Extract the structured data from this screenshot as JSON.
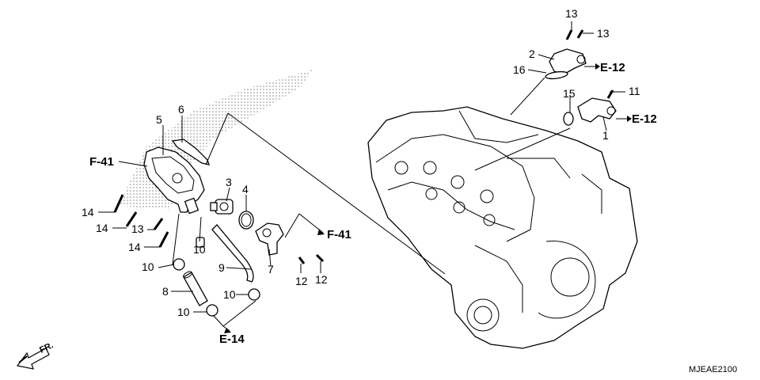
{
  "diagram": {
    "code": "MJEAE2100",
    "front_label": "FR.",
    "callouts": {
      "c1": "1",
      "c2": "2",
      "c3": "3",
      "c4": "4",
      "c5": "5",
      "c6": "6",
      "c7": "7",
      "c8": "8",
      "c9": "9",
      "c10a": "10",
      "c10b": "10",
      "c10c": "10",
      "c11": "11",
      "c12a": "12",
      "c12b": "12",
      "c13a": "13",
      "c13b": "13",
      "c13c": "13",
      "c14a": "14",
      "c14b": "14",
      "c14c": "14",
      "c15": "15",
      "c16": "16"
    },
    "refs": {
      "e12_top": "E-12",
      "e12_mid": "E-12",
      "e14": "E-14",
      "f41_left": "F-41",
      "f41_right": "F-41"
    }
  }
}
